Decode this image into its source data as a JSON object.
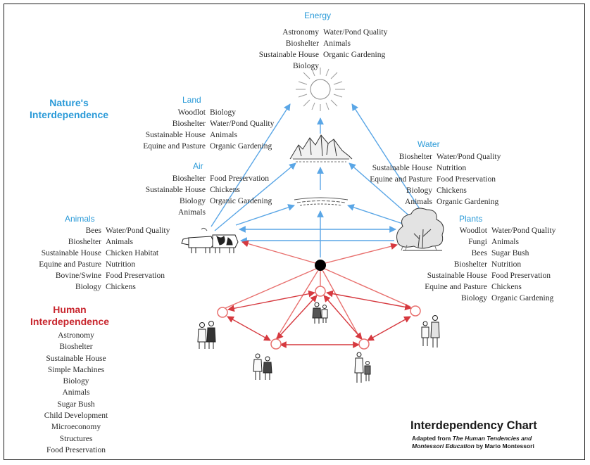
{
  "energy": {
    "title": "Energy",
    "rows": [
      [
        "Astronomy",
        "Water/Pond Quality"
      ],
      [
        "Bioshelter",
        "Animals"
      ],
      [
        "Sustainable House",
        "Organic Gardening"
      ],
      [
        "Biology",
        ""
      ]
    ]
  },
  "natures_interdependence": {
    "line1": "Nature's",
    "line2": "Interdependence"
  },
  "land": {
    "title": "Land",
    "rows": [
      [
        "Woodlot",
        "Biology"
      ],
      [
        "Bioshelter",
        "Water/Pond Quality"
      ],
      [
        "Sustainable House",
        "Animals"
      ],
      [
        "Equine and Pasture",
        "Organic Gardening"
      ]
    ]
  },
  "air": {
    "title": "Air",
    "rows": [
      [
        "Bioshelter",
        "Food Preservation"
      ],
      [
        "Sustainable House",
        "Chickens"
      ],
      [
        "Biology",
        "Organic Gardening"
      ],
      [
        "Animals",
        ""
      ]
    ]
  },
  "water": {
    "title": "Water",
    "rows": [
      [
        "Bioshelter",
        "Water/Pond Quality"
      ],
      [
        "Sustainable House",
        "Nutrition"
      ],
      [
        "Equine and Pasture",
        "Food Preservation"
      ],
      [
        "Biology",
        "Chickens"
      ],
      [
        "Animals",
        "Organic Gardening"
      ]
    ]
  },
  "animals": {
    "title": "Animals",
    "rows": [
      [
        "Bees",
        "Water/Pond Quality"
      ],
      [
        "Bioshelter",
        "Animals"
      ],
      [
        "Sustainable House",
        "Chicken Habitat"
      ],
      [
        "Equine and Pasture",
        "Nutrition"
      ],
      [
        "Bovine/Swine",
        "Food Preservation"
      ],
      [
        "Biology",
        "Chickens"
      ]
    ]
  },
  "plants": {
    "title": "Plants",
    "rows": [
      [
        "Woodlot",
        "Water/Pond Quality"
      ],
      [
        "Fungi",
        "Animals"
      ],
      [
        "Bees",
        "Sugar Bush"
      ],
      [
        "Bioshelter",
        "Nutrition"
      ],
      [
        "Sustainable House",
        "Food Preservation"
      ],
      [
        "Equine and Pasture",
        "Chickens"
      ],
      [
        "Biology",
        "Organic Gardening"
      ]
    ]
  },
  "human_interdependence": {
    "line1": "Human",
    "line2": "Interdependence",
    "items": [
      "Astronomy",
      "Bioshelter",
      "Sustainable House",
      "Simple Machines",
      "Biology",
      "Animals",
      "Sugar Bush",
      "Child Development",
      "Microeconomy",
      "Structures",
      "Food Preservation"
    ]
  },
  "footer": {
    "title": "Interdependency Chart",
    "credit_line1_prefix": "Adapted from ",
    "credit_line1_italic": "The Human Tendencies and",
    "credit_line2_italic": "Montessori Education",
    "credit_line2_suffix": " by Mario Montessori"
  },
  "colors": {
    "nature_blue": "#2a9ad8",
    "arrow_blue": "#5aa6e6",
    "human_red": "#c8262e",
    "arrow_red": "#e8706e",
    "hub_black": "#000000"
  },
  "icons": [
    "sun-icon",
    "mountains-icon",
    "water-ripple-icon",
    "tree-icon",
    "cows-icon",
    "people-group-icon"
  ]
}
